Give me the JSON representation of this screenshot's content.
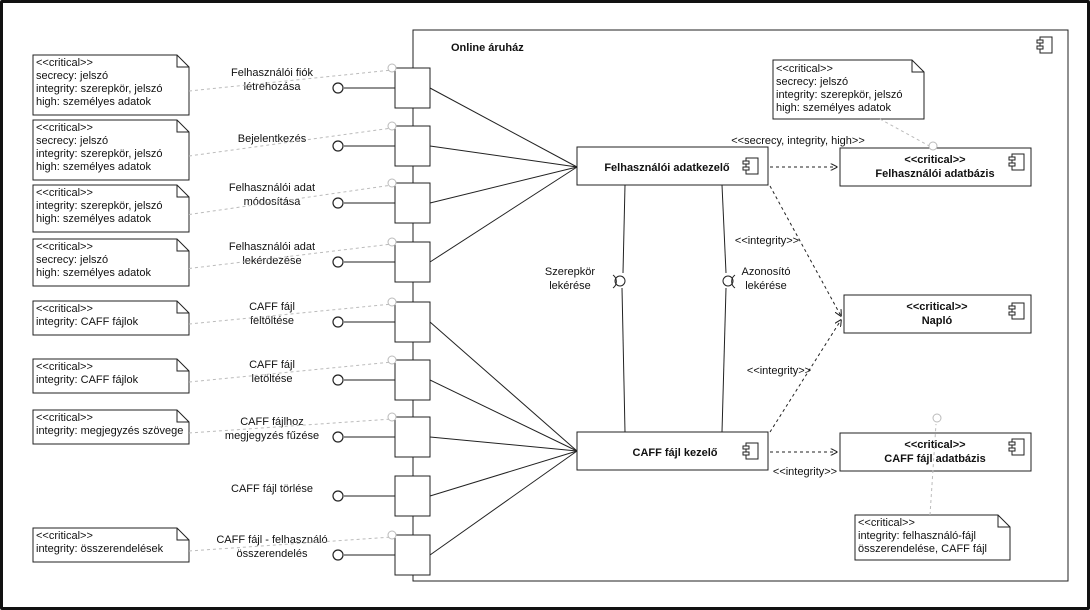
{
  "system_title": "Online áruház",
  "ports": [
    {
      "label": [
        "Felhasználói fiók",
        "létrehozása"
      ],
      "note": [
        "<<critical>>",
        "secrecy: jelszó",
        "integrity: szerepkör, jelszó",
        "high: személyes adatok"
      ]
    },
    {
      "label": [
        "Bejelentkezés"
      ],
      "note": [
        "<<critical>>",
        "secrecy: jelszó",
        "integrity: szerepkör, jelszó",
        "high: személyes adatok"
      ]
    },
    {
      "label": [
        "Felhasználói adat",
        "módosítása"
      ],
      "note": [
        "<<critical>>",
        "integrity: szerepkör, jelszó",
        "high: személyes adatok"
      ]
    },
    {
      "label": [
        "Felhasználói adat",
        "lekérdezése"
      ],
      "note": [
        "<<critical>>",
        "secrecy: jelszó",
        "high: személyes adatok"
      ]
    },
    {
      "label": [
        "CAFF fájl",
        "feltöltése"
      ],
      "note": [
        "<<critical>>",
        "integrity: CAFF fájlok"
      ]
    },
    {
      "label": [
        "CAFF fájl",
        "letöltése"
      ],
      "note": [
        "<<critical>>",
        "integrity: CAFF fájlok"
      ]
    },
    {
      "label": [
        "CAFF fájlhoz",
        "megjegyzés fűzése"
      ],
      "note": [
        "<<critical>>",
        "integrity: megjegyzés szövege"
      ]
    },
    {
      "label": [
        "CAFF fájl törlése"
      ],
      "note": []
    },
    {
      "label": [
        "CAFF fájl - felhasználó",
        "összerendelés"
      ],
      "note": [
        "<<critical>>",
        "integrity: összerendelések"
      ]
    }
  ],
  "components": {
    "user_handler": [
      "Felhasználói adatkezelő"
    ],
    "caff_handler": [
      "CAFF fájl kezelő"
    ],
    "user_db": [
      "<<critical>>",
      "Felhasználói adatbázis"
    ],
    "log": [
      "<<critical>>",
      "Napló"
    ],
    "caff_db": [
      "<<critical>>",
      "CAFF fájl adatbázis"
    ]
  },
  "interfaces": {
    "role_query": [
      "Szerepkör",
      "lekérése"
    ],
    "id_query": [
      "Azonosító",
      "lekérése"
    ]
  },
  "edge_labels": {
    "user_to_db": "<<secrecy, integrity, high>>",
    "user_to_log": "<<integrity>>",
    "caff_to_log": "<<integrity>>",
    "caff_to_db": "<<integrity>>"
  },
  "notes": {
    "user_db": [
      "<<critical>>",
      "secrecy: jelszó",
      "integrity: szerepkör, jelszó",
      "high: személyes adatok"
    ],
    "caff_db": [
      "<<critical>>",
      "integrity: felhasználó-fájl",
      "összerendelése, CAFF fájl"
    ]
  }
}
